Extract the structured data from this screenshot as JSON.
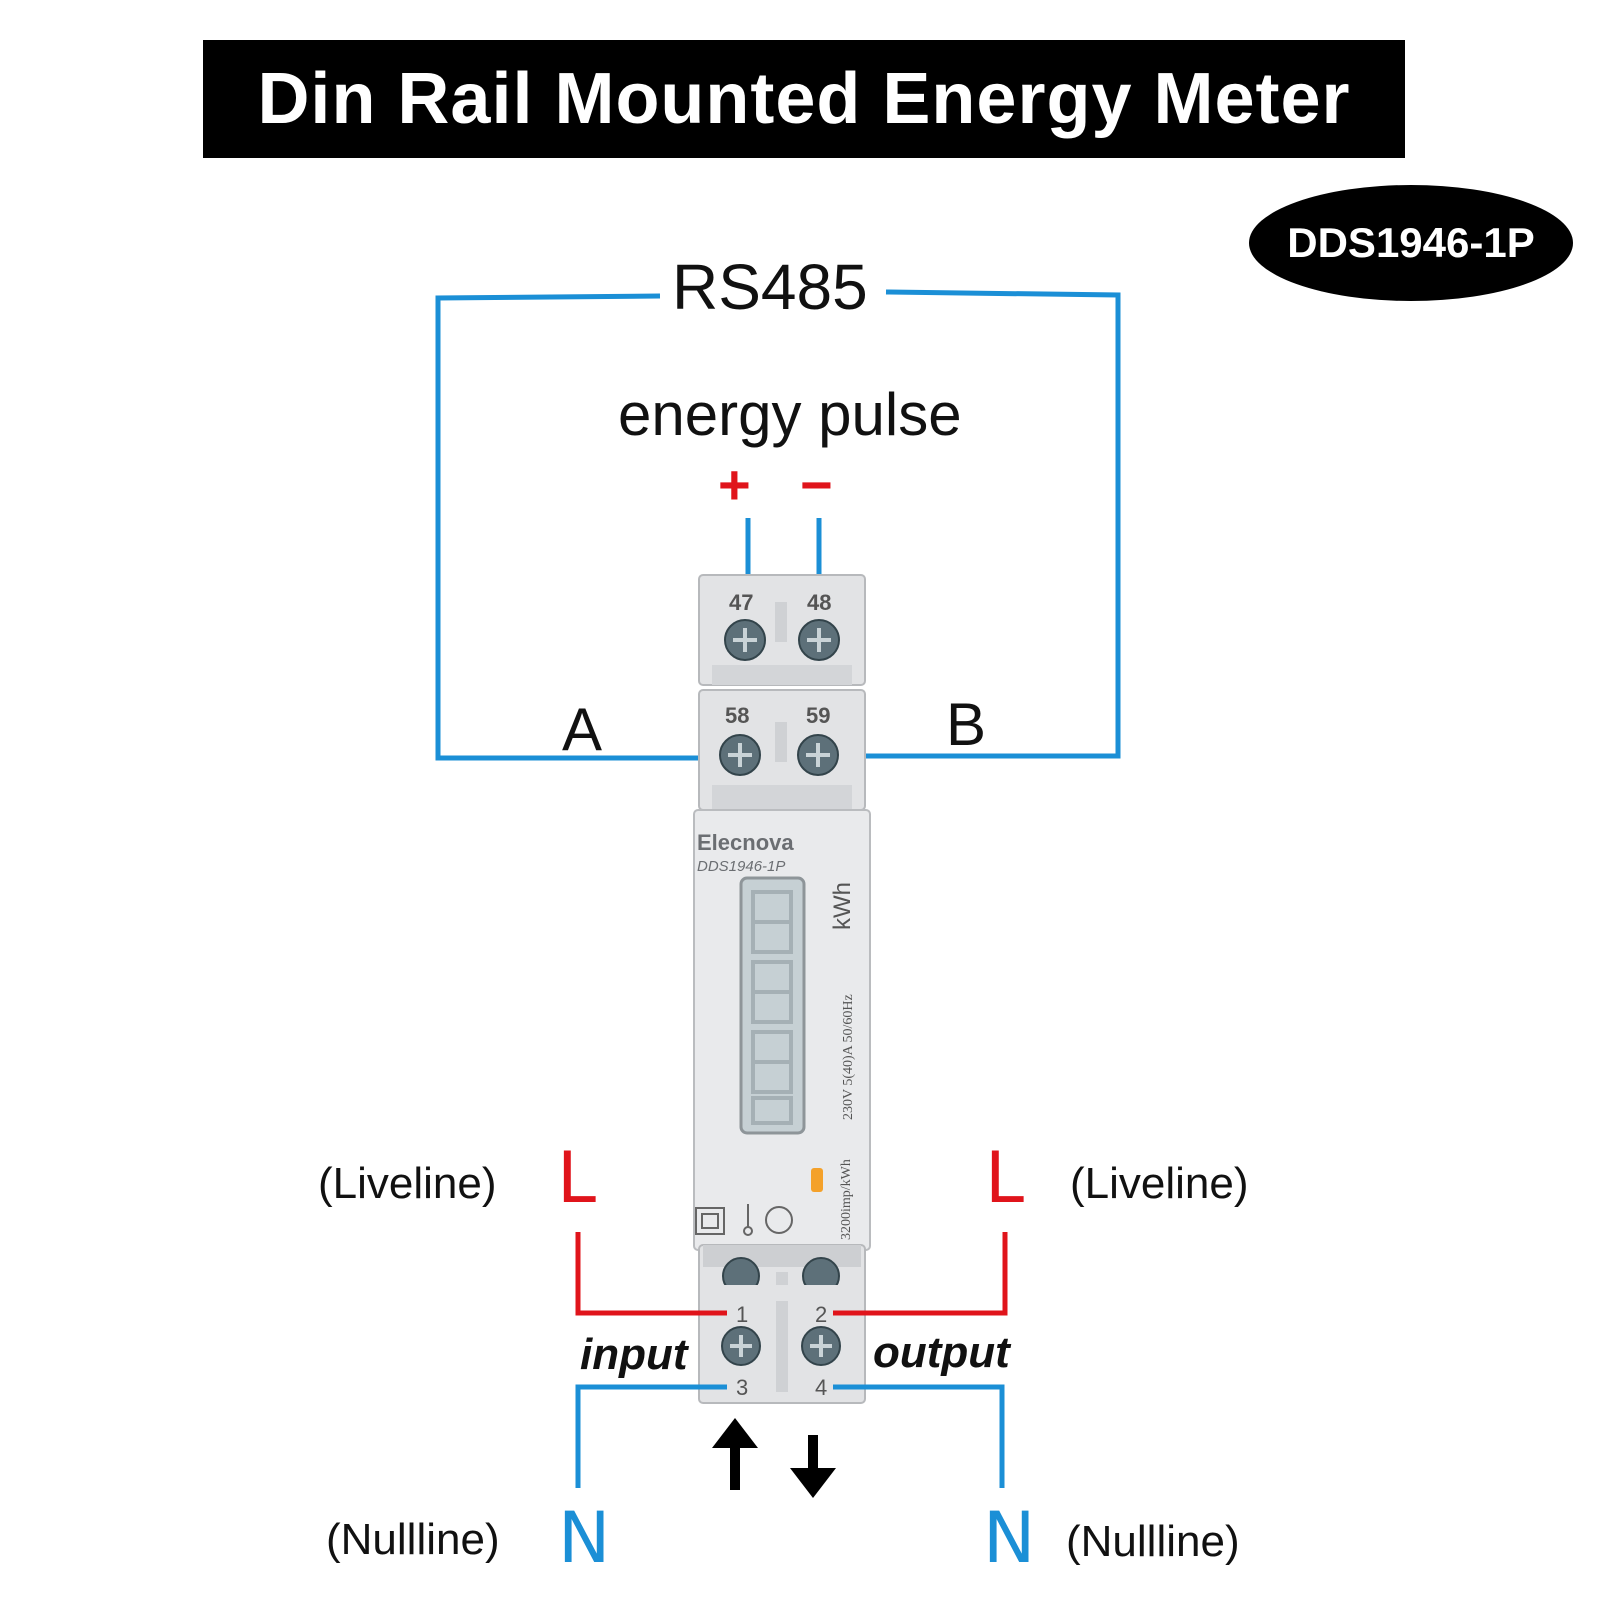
{
  "title": "Din Rail Mounted Energy Meter",
  "model_badge": "DDS1946-1P",
  "labels": {
    "rs485": "RS485",
    "energy_pulse": "energy pulse",
    "plus": "+",
    "minus": "−",
    "a": "A",
    "b": "B",
    "liveline_left": "(Liveline)",
    "liveline_right": "(Liveline)",
    "nullline_left": "(Nullline)",
    "nullline_right": "(Nullline)",
    "l_left": "L",
    "l_right": "L",
    "n_left": "N",
    "n_right": "N",
    "input": "input",
    "output": "output"
  },
  "meter": {
    "brand": "Elecnova",
    "model": "DDS1946-1P",
    "unit": "kWh",
    "rating": "230V  5(40)A  50/60Hz",
    "constant": "3200imp/kWh",
    "terminals": {
      "t47": "47",
      "t48": "48",
      "t58": "58",
      "t59": "59",
      "t1": "1",
      "t2": "2",
      "t3": "3",
      "t4": "4"
    }
  },
  "colors": {
    "rs485_wire": "#1b8fd6",
    "live_wire": "#e0141b",
    "neutral_wire": "#1b8fd6",
    "meter_body": "#e6e7e9",
    "lcd": "#c9d3d6"
  },
  "icons": [
    "up-arrow-icon",
    "down-arrow-icon",
    "screw-icon"
  ]
}
